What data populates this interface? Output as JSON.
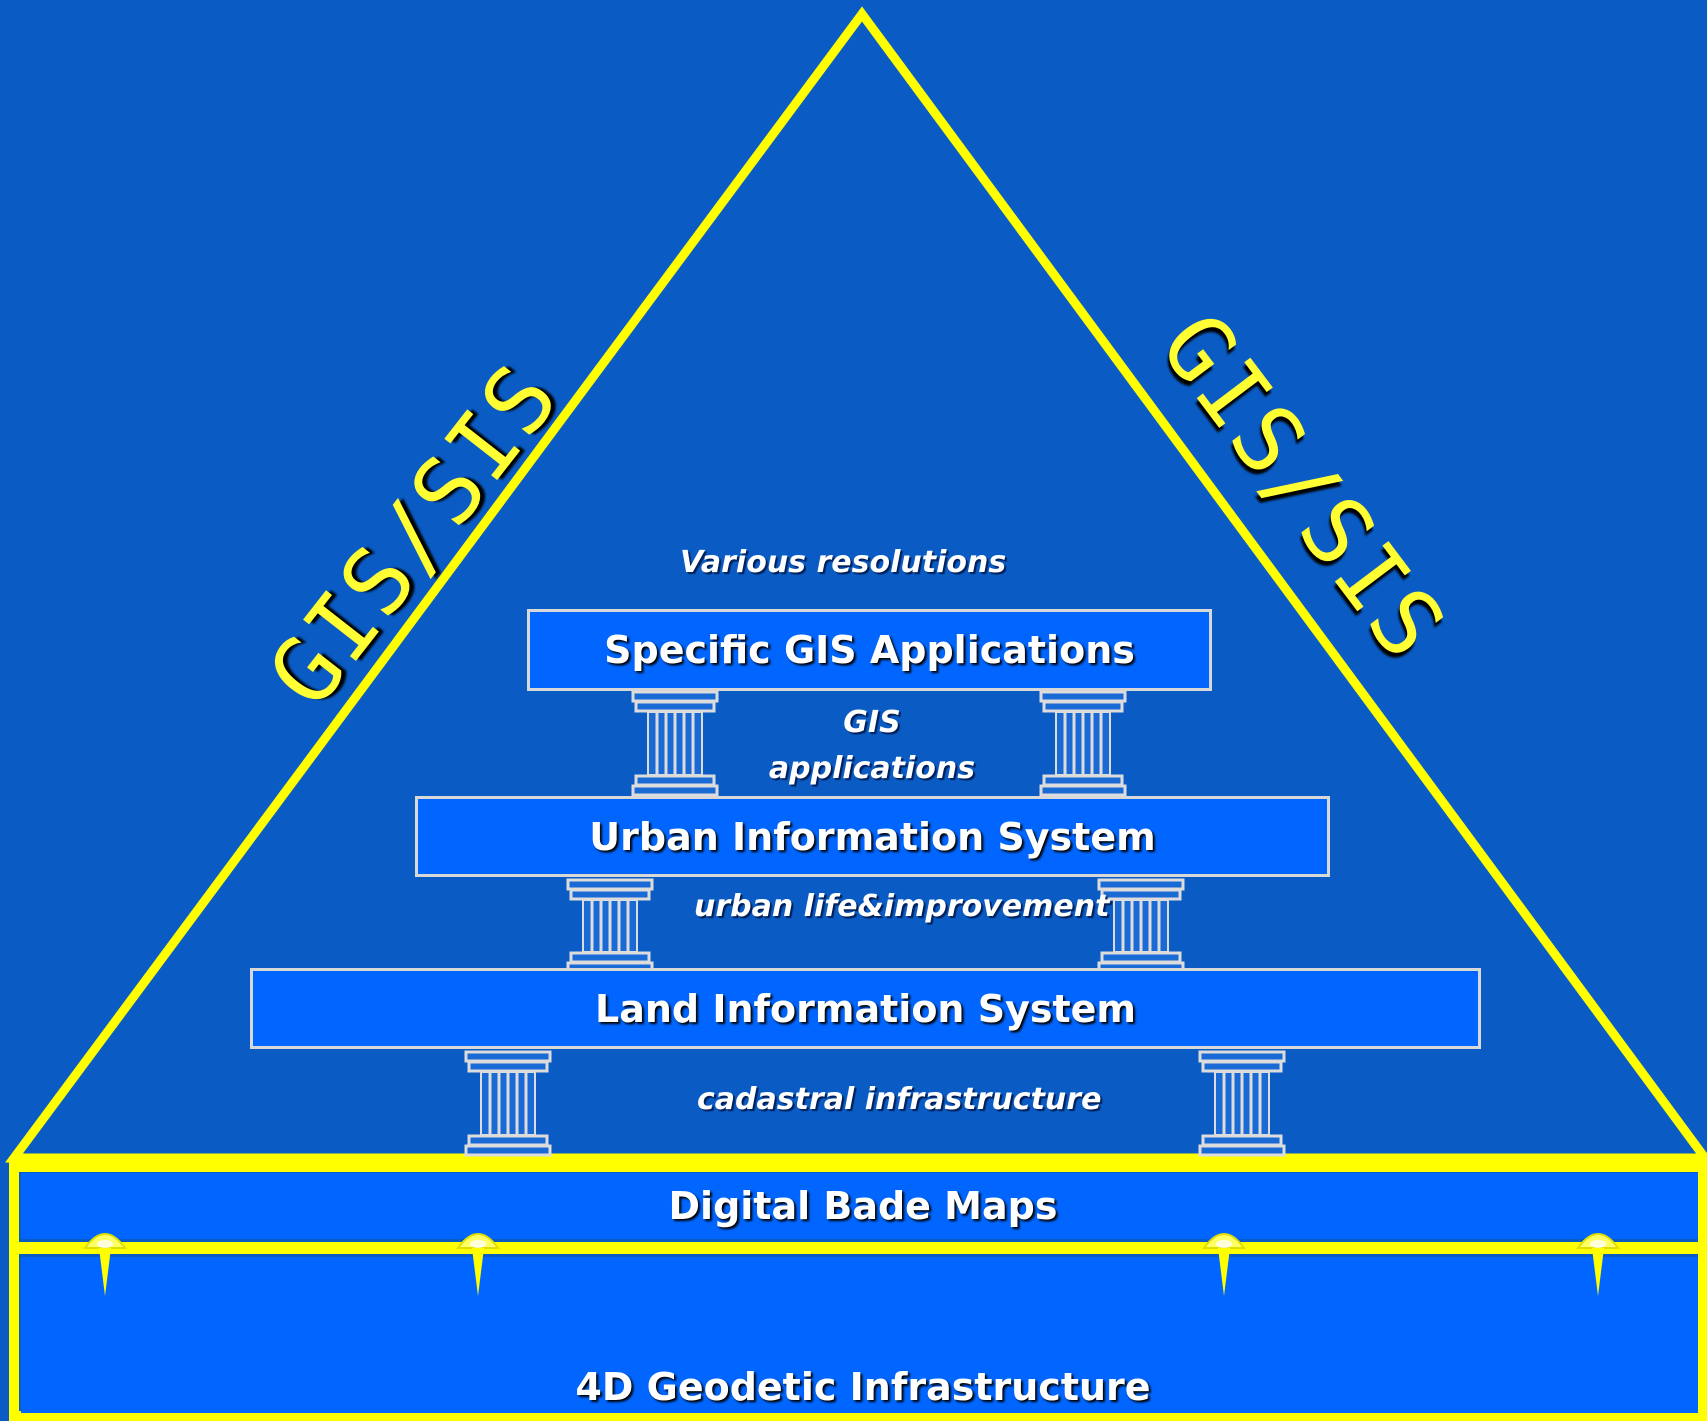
{
  "diagram": {
    "side_label_left": "GIS/SIS",
    "side_label_right": "GIS/SIS",
    "notes": {
      "resolutions": "Various resolutions",
      "gis_apps_line1": "GIS",
      "gis_apps_line2": "applications",
      "urban_life": "urban life&improvement",
      "cadastral": "cadastral infrastructure"
    },
    "layers": {
      "specific": "Specific GIS Applications",
      "urban": "Urban Information System",
      "land": "Land Information System",
      "digital": "Digital Bade Maps",
      "geodetic": "4D Geodetic Infrastructure"
    },
    "colors": {
      "background": "#0a5cc4",
      "box_fill": "#0066ff",
      "outline": "#ffff00",
      "box_border": "#d8d8d8"
    }
  }
}
